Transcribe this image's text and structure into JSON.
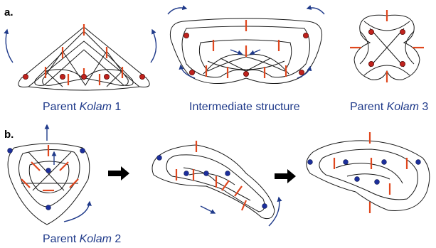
{
  "panels": {
    "a": "a.",
    "b": "b."
  },
  "captions": {
    "kolam1_prefix": "Parent ",
    "kolam1_italic": "Kolam",
    "kolam1_suffix": " 1",
    "intermediate": "Intermediate structure",
    "kolam3_prefix": "Parent ",
    "kolam3_italic": "Kolam",
    "kolam3_suffix": " 3",
    "kolam2_prefix": "Parent ",
    "kolam2_italic": "Kolam",
    "kolam2_suffix": " 2"
  },
  "colors": {
    "crossing_marks": "#e0471e",
    "dots_panel_a": "#c0221d",
    "dots_panel_b": "#1c2f9c",
    "captions_and_flow_arrows": "#1f3a8a",
    "curves": "#1a1a1a"
  }
}
